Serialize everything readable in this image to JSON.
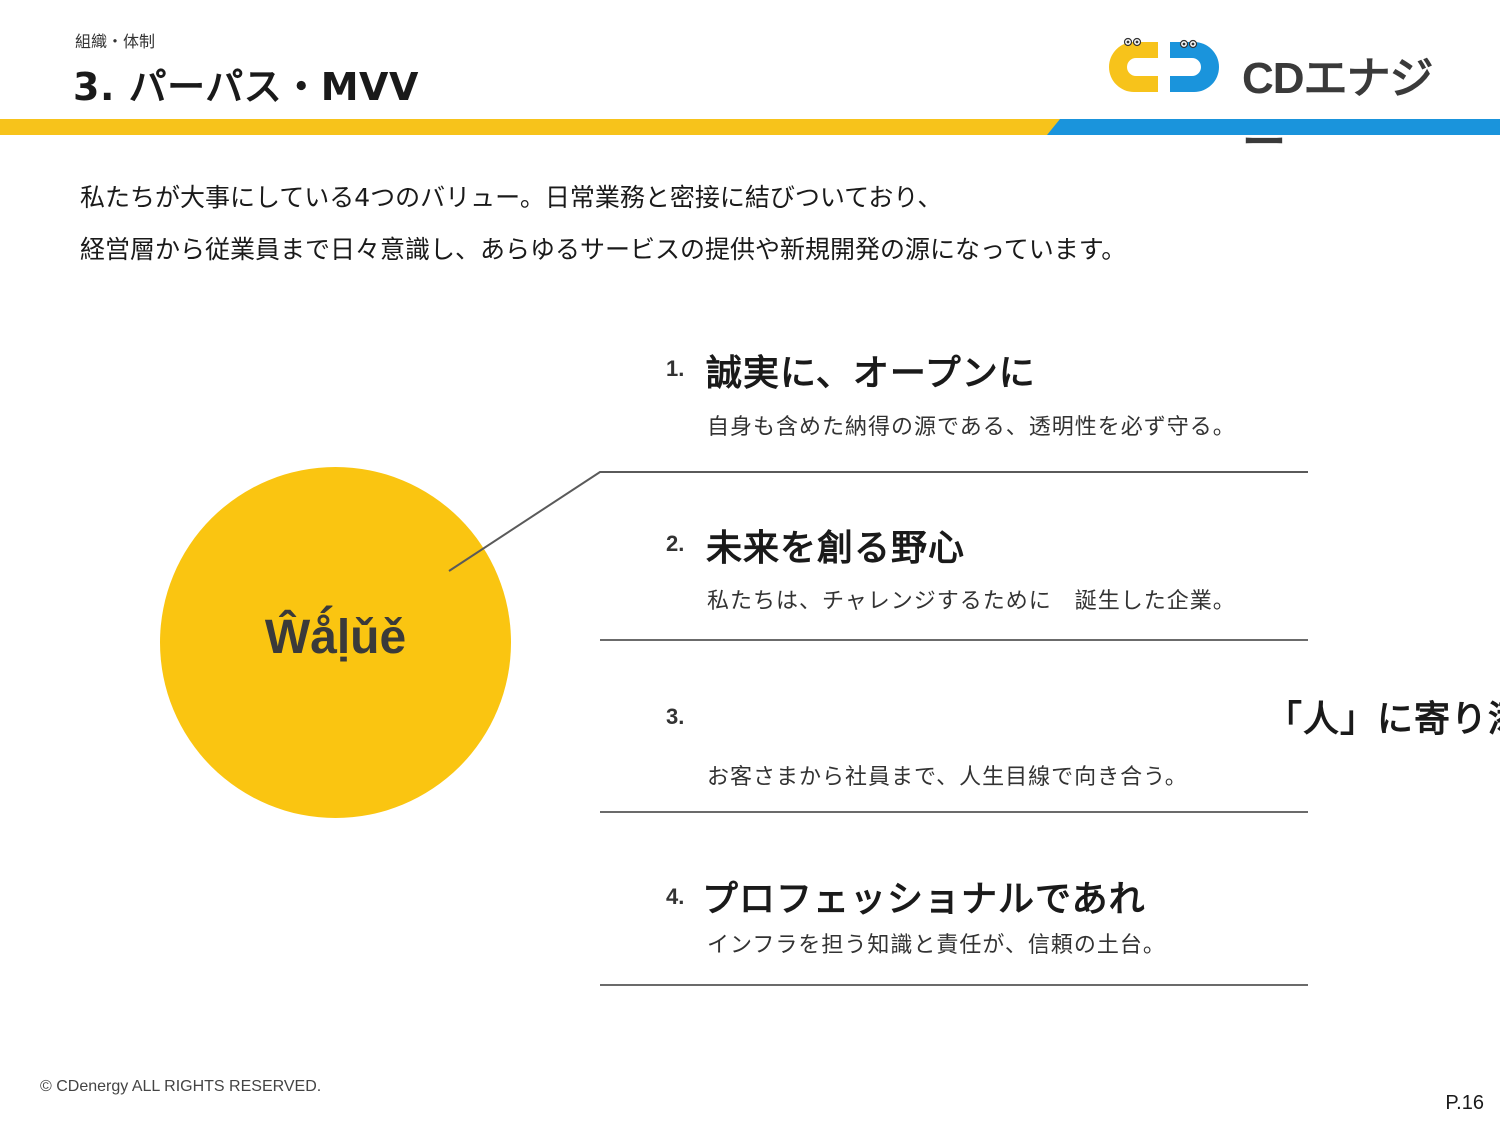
{
  "header": {
    "breadcrumb": "組織・体制",
    "title": "3. パーパス・MVV",
    "logo_text": "CDエナジー"
  },
  "intro": {
    "line1": "私たちが大事にしている4つのバリュー。日常業務と密接に結びついており、",
    "line2": "経営層から従業員まで日々意識し、あらゆるサービスの提供や新規開発の源になっています。"
  },
  "circle": {
    "label": "Ŵǻḷǔě"
  },
  "values": [
    {
      "num": "1.",
      "heading": "誠実に、オープンに",
      "desc": "自身も含めた納得の源である、透明性を必ず守る。"
    },
    {
      "num": "2.",
      "heading": "未来を創る野心",
      "desc": "私たちは、チャレンジするために　誕生した企業。"
    },
    {
      "num": "3.",
      "heading": "「人」に寄り添う",
      "desc": "お客さまから社員まで、人生目線で向き合う。"
    },
    {
      "num": "4.",
      "heading": "プロフェッショナルであれ",
      "desc": "インフラを担う知識と責任が、信頼の土台。"
    }
  ],
  "footer": {
    "copyright": "© CDenergy ALL RIGHTS RESERVED.",
    "page": "P.16"
  },
  "colors": {
    "brand_yellow": "#f7c31b",
    "brand_blue": "#1a94dc",
    "circle_yellow": "#fac511"
  }
}
